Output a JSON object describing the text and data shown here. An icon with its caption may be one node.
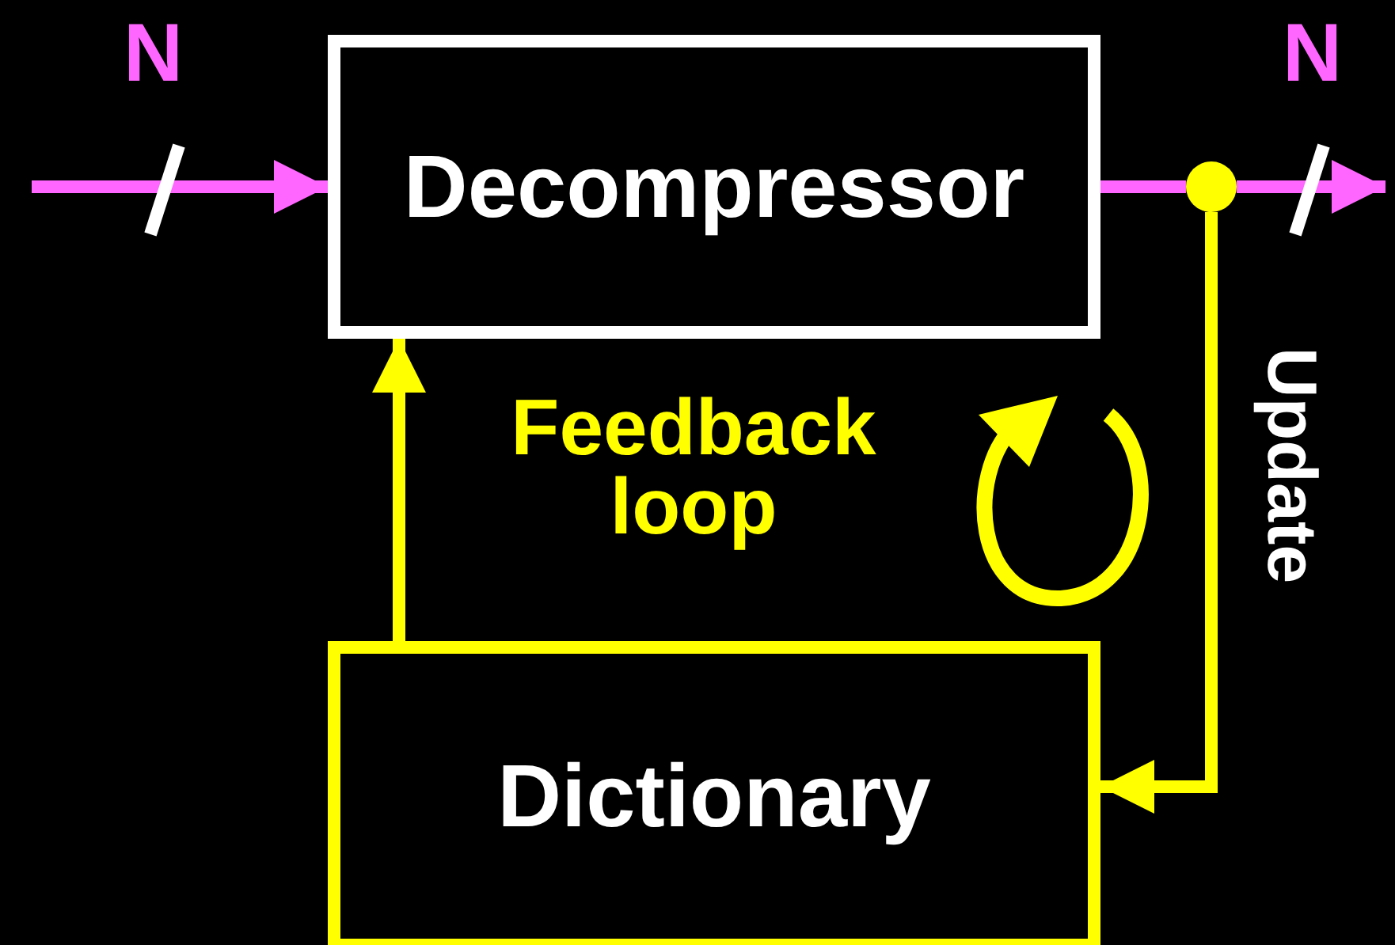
{
  "diagram": {
    "nodes": [
      {
        "text": [
          "Decompressor"
        ]
      },
      {
        "text": [
          "Dictionary"
        ]
      },
      {
        "text": [],
        "shape": "circle"
      }
    ],
    "edges": [
      {
        "from": null,
        "to": 0,
        "arrow": "to",
        "color": "#ff66ff"
      },
      {
        "from": 0,
        "to": 2,
        "arrow": "none",
        "color": "#ff66ff"
      },
      {
        "from": 2,
        "to": null,
        "arrow": "to",
        "color": "#ff66ff"
      },
      {
        "from": 1,
        "to": 0,
        "arrow": "to",
        "color": "#ffff00"
      },
      {
        "from": 2,
        "to": 1,
        "arrow": "to",
        "label": "Update",
        "color": "#ffff00"
      }
    ],
    "labels": [
      "N",
      "N",
      "Feedback loop"
    ]
  }
}
